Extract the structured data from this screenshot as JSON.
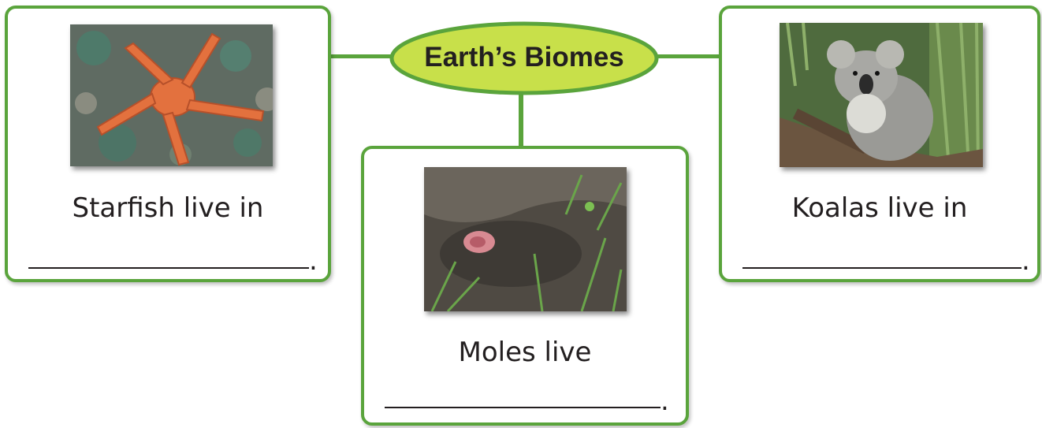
{
  "title": "Earth’s Biomes",
  "colors": {
    "accent_green": "#5aa43c",
    "title_fill": "#c8e04a",
    "text": "#231f20"
  },
  "cards": [
    {
      "id": "starfish",
      "caption": "Starfish live in",
      "period": ".",
      "image": "starfish-photo"
    },
    {
      "id": "moles",
      "caption": "Moles live",
      "period": ".",
      "image": "mole-photo"
    },
    {
      "id": "koalas",
      "caption": "Koalas live in",
      "period": ".",
      "image": "koala-photo"
    }
  ]
}
